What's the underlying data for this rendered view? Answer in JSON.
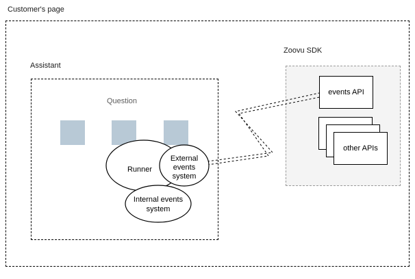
{
  "diagram": {
    "title": "Customer's page",
    "outer_container_label": "Customer's page",
    "assistant": {
      "label": "Assistant",
      "question_label": "Question",
      "answer_tiles": [
        {
          "name": "answer-tile-1"
        },
        {
          "name": "answer-tile-2"
        },
        {
          "name": "answer-tile-3"
        }
      ],
      "nodes": [
        {
          "id": "runner",
          "label": "Runner",
          "lines": [
            "Runner"
          ]
        },
        {
          "id": "external-events-system",
          "label": "External events system",
          "lines": [
            "External",
            "events",
            "system"
          ]
        },
        {
          "id": "internal-events-system",
          "label": "Internal events system",
          "lines": [
            "Internal events",
            "system"
          ]
        }
      ]
    },
    "sdk": {
      "label": "Zoovu SDK",
      "cards": [
        {
          "id": "events-api",
          "label": "events API"
        },
        {
          "id": "other-apis",
          "label": "other APIs"
        }
      ]
    },
    "connectors": [
      {
        "id": "external-events-to-events-api",
        "from": "external-events-system",
        "to": "events-api",
        "style": "dashed"
      },
      {
        "id": "external-events-to-other-apis",
        "from": "external-events-system",
        "to": "other-apis",
        "style": "dashed"
      }
    ],
    "colors": {
      "tile_fill": "#b8c9d6",
      "sdk_panel_fill": "#f4f4f4",
      "sdk_panel_border": "#9a9a9a",
      "stroke": "#000000",
      "muted_text": "#5c5c5c"
    }
  }
}
